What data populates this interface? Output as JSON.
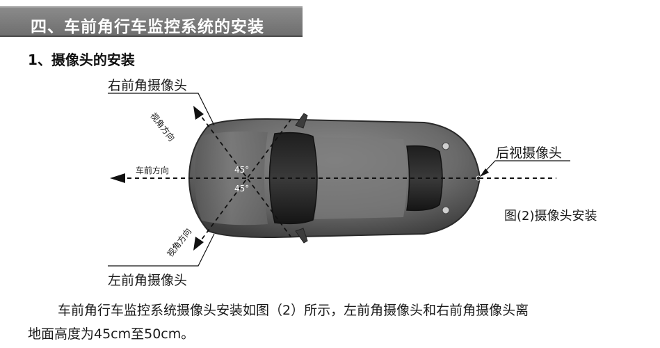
{
  "section_title": "四、车前角行车监控系统的安装",
  "subsection_title": "1、摄像头的安装",
  "diagram": {
    "label_right_front": "右前角摄像头",
    "label_left_front": "左前角摄像头",
    "label_rear": "后视摄像头",
    "view_direction_top": "视角方向",
    "view_direction_bottom": "视角方向",
    "forward_direction": "车前方向",
    "angle_top": "45°",
    "angle_bottom": "45°",
    "caption": "图(2)摄像头安装"
  },
  "body_text": {
    "line1": "车前角行车监控系统摄像头安装如图（2）所示，左前角摄像头和右前角摄像头离",
    "line2": "地面高度为45cm至50cm。"
  }
}
